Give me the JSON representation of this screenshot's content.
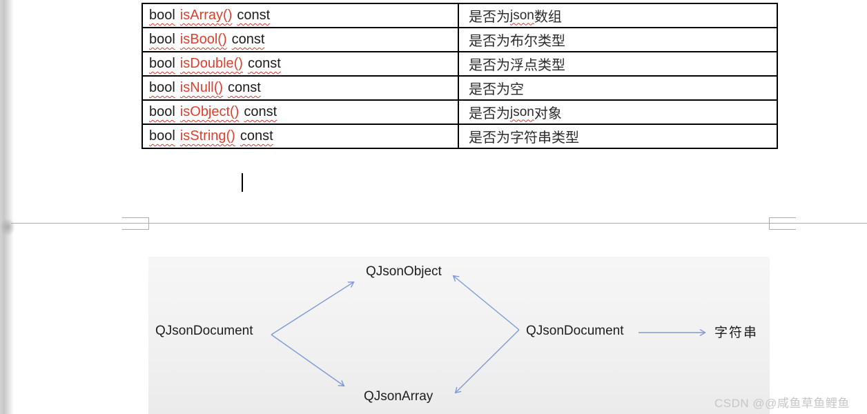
{
  "table": {
    "rows": [
      {
        "sig_bool": "bool",
        "sig_fn": "isArray()",
        "sig_const": "const",
        "desc_pre": "是否为 ",
        "desc_json": "json",
        "desc_post": " 数组"
      },
      {
        "sig_bool": "bool",
        "sig_fn": "isBool()",
        "sig_const": "const",
        "desc_pre": "是否为布尔类型"
      },
      {
        "sig_bool": "bool",
        "sig_fn": "isDouble()",
        "sig_const": "const",
        "desc_pre": "是否为浮点类型"
      },
      {
        "sig_bool": "bool",
        "sig_fn": "isNull()",
        "sig_const": "const",
        "desc_pre": "是否为空"
      },
      {
        "sig_bool": "bool",
        "sig_fn": "isObject()",
        "sig_const": "const",
        "desc_pre": "是否为 ",
        "desc_json": "json",
        "desc_post": " 对象"
      },
      {
        "sig_bool": "bool",
        "sig_fn": "isString()",
        "sig_const": "const",
        "desc_pre": "是否为字符串类型"
      }
    ]
  },
  "diagram": {
    "nodes": {
      "left_document": "QJsonDocument",
      "top_object": "QJsonObject",
      "bottom_array": "QJsonArray",
      "right_document": "QJsonDocument",
      "string_label": "字符串"
    },
    "arrow_color": "#7d9ad5"
  },
  "watermark": {
    "text": "CSDN @@咸鱼草鱼鲤鱼"
  },
  "colors": {
    "function_red": "#e03e2d",
    "squiggle_red": "#d23b2f",
    "table_border": "#000000",
    "page_break_gray": "#ababab",
    "watermark_gray": "#c6c6c6"
  }
}
